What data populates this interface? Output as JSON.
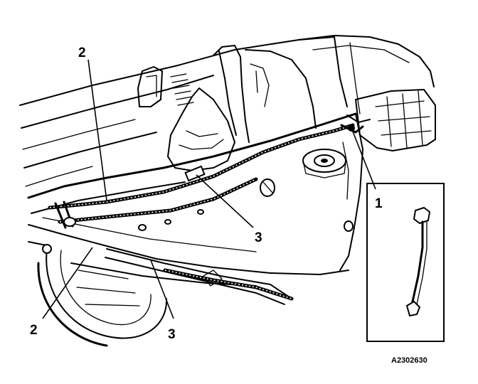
{
  "callouts": [
    {
      "id": "callout-2-top",
      "label": "2"
    },
    {
      "id": "callout-3-mid",
      "label": "3"
    },
    {
      "id": "callout-1",
      "label": "1"
    },
    {
      "id": "callout-2-bottom",
      "label": "2"
    },
    {
      "id": "callout-3-bottom",
      "label": "3"
    }
  ],
  "reference_code": "A2302630"
}
